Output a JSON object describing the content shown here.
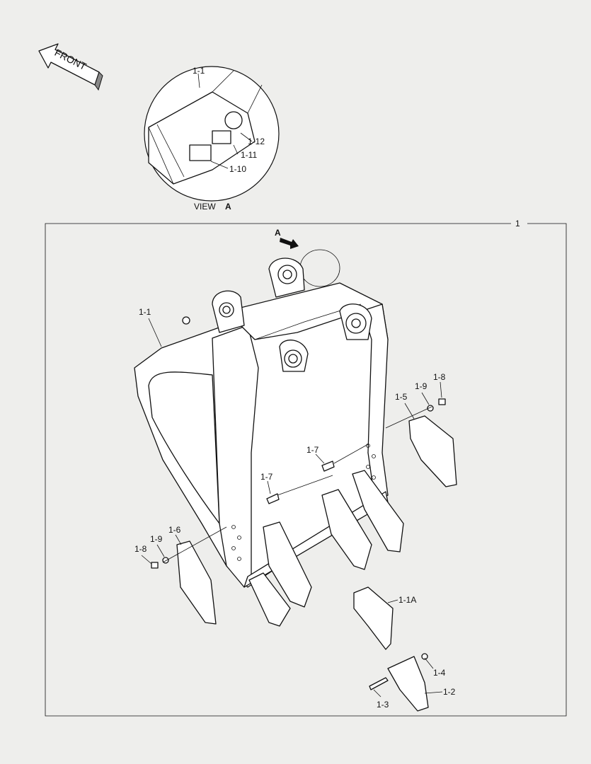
{
  "orientation": {
    "front_label": "FRONT"
  },
  "detail_view": {
    "caption_prefix": "VIEW",
    "caption_letter": "A",
    "callouts": {
      "part_1_1": "1-1",
      "part_1_10": "1-10",
      "part_1_11": "1-11",
      "part_1_12": "1-12"
    }
  },
  "main_view": {
    "assembly_number": "1",
    "view_arrow_letter": "A",
    "callouts": {
      "bucket": "1-1",
      "tooth_adapter": "1-1A",
      "pin": "1-3",
      "tooth": "1-2",
      "lock": "1-4",
      "side_cutter_right": "1-5",
      "side_cutter_left": "1-6",
      "bolt_upper": "1-7",
      "bolt_lower": "1-7",
      "nut_right": "1-8",
      "washer_right": "1-9",
      "nut_left": "1-8",
      "washer_left": "1-9"
    }
  }
}
